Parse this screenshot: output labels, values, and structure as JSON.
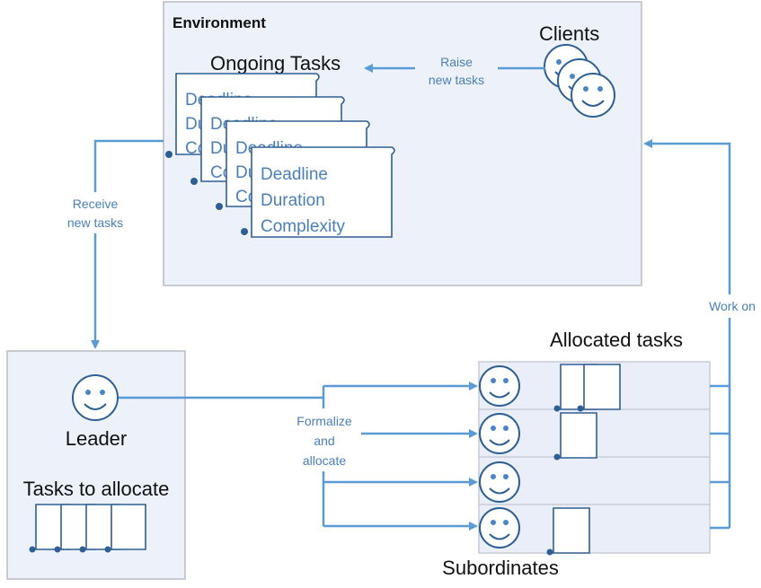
{
  "environment": {
    "title": "Environment",
    "ongoing_tasks_title": "Ongoing Tasks",
    "task_card_fields": [
      "Deadline",
      "Duration",
      "Complexity"
    ],
    "clients_label": "Clients"
  },
  "edges": {
    "raise_line1": "Raise",
    "raise_line2": "new tasks",
    "receive_line1": "Receive",
    "receive_line2": "new tasks",
    "formalize_line1": "Formalize",
    "formalize_line2": "and",
    "formalize_line3": "allocate",
    "work_on": "Work on"
  },
  "leader": {
    "label": "Leader",
    "tasks_to_allocate": "Tasks to allocate"
  },
  "allocation": {
    "allocated_tasks_title": "Allocated tasks",
    "subordinates_label": "Subordinates"
  },
  "colors": {
    "flow": "#5b9bd5",
    "panel": "#edf2fa",
    "icon_stroke": "#2e5f94",
    "label_blue": "#4a7fb8"
  }
}
